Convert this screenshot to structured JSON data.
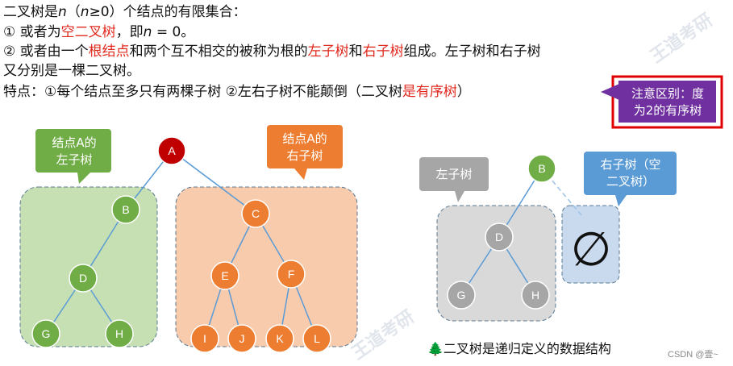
{
  "text": {
    "line1": {
      "a": "二叉树是",
      "n": "n",
      "b": "（",
      "n2": "n",
      "c": "≥0）个结点的有限集合："
    },
    "line2": {
      "a": "① 或者为",
      "red": "空二叉树",
      "b": "，即",
      "n": "n",
      "c": " = 0。"
    },
    "line3": {
      "a": "② 或者由一个",
      "red1": "根结点",
      "b": "和两个互不相交的被称为根的",
      "red2": "左子树",
      "c": "和",
      "red3": "右子树",
      "d": "组成。左子树和右子树"
    },
    "line4": "又分别是一棵二叉树。",
    "line5": {
      "a": "特点：①每个结点至多只有两棵子树 ②左右子树不能颠倒（二叉树",
      "red": "是有序树",
      "b": "）"
    }
  },
  "note": {
    "line1": "注意区别：度",
    "line2": "为2的有序树"
  },
  "left_diagram": {
    "callout_left": {
      "line1": "结点A的",
      "line2": "左子树"
    },
    "callout_right": {
      "line1": "结点A的",
      "line2": "右子树"
    },
    "nodes": {
      "A": "A",
      "B": "B",
      "C": "C",
      "D": "D",
      "E": "E",
      "F": "F",
      "G": "G",
      "H": "H",
      "I": "I",
      "J": "J",
      "K": "K",
      "L": "L"
    }
  },
  "right_diagram": {
    "callout_left": "左子树",
    "callout_right": {
      "line1": "右子树（空",
      "line2": "二叉树）"
    },
    "nodes": {
      "B": "B",
      "D": "D",
      "G": "G",
      "H": "H"
    },
    "empty_symbol": "∅"
  },
  "footer": {
    "icon": "🌲",
    "text": "二叉树是递归定义的数据结构"
  },
  "csdn": "CSDN @壹~",
  "colors": {
    "red_text": "#e0281c",
    "root": "#c00000",
    "green_node": "#70ad47",
    "orange_node": "#ed7d31",
    "gray_node": "#a6a6a6",
    "green_bg": "#c6e0b4",
    "orange_bg": "#f8cbad",
    "gray_bg": "#d9d9d9",
    "blue_bg": "#c9d9ee",
    "blue_callout": "#5b9bd5",
    "purple_note": "#7030a0",
    "note_border": "#e00000"
  }
}
